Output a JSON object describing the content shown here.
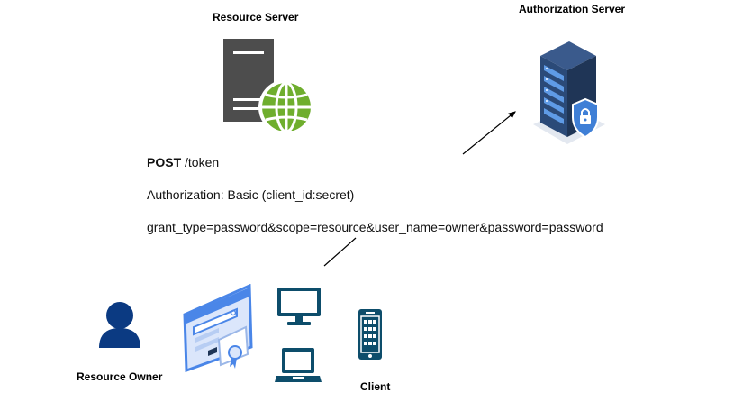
{
  "labels": {
    "resource_server": "Resource Server",
    "authorization_server": "Authorization Server",
    "resource_owner": "Resource Owner",
    "client": "Client"
  },
  "request": {
    "method": "POST",
    "path": " /token",
    "auth_header": "Authorization: Basic (client_id:secret)",
    "body": "grant_type=password&scope=resource&user_name=owner&password=password"
  },
  "icons": {
    "resource_server": "server-globe-icon",
    "authorization_server": "secure-server-rack-icon",
    "resource_owner": "user-icon",
    "browser_certificate": "browser-certificate-icon",
    "desktop": "desktop-monitor-icon",
    "laptop": "laptop-icon",
    "mobile": "mobile-phone-icon"
  },
  "colors": {
    "server_gray": "#4d4d4d",
    "globe_green": "#6fae2e",
    "rack_navy": "#1f3556",
    "rack_blue": "#3f7fd6",
    "user_navy": "#0b3a82",
    "device_teal": "#0d4d6b",
    "browser_blue": "#4a86e8"
  }
}
